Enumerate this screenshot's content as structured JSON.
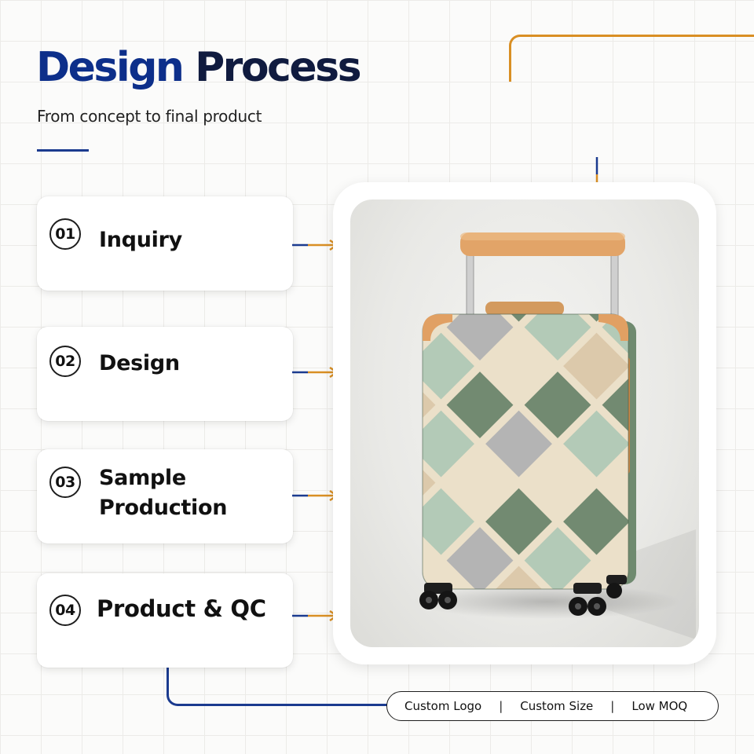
{
  "header": {
    "title_word1": "Design",
    "title_word2": "Process",
    "subtitle": "From concept to final product"
  },
  "steps": [
    {
      "number": "01",
      "label_line1": "Inquiry",
      "label_line2": ""
    },
    {
      "number": "02",
      "label_line1": "Design",
      "label_line2": ""
    },
    {
      "number": "03",
      "label_line1": "Sample",
      "label_line2": "Production"
    },
    {
      "number": "04",
      "label_line1": "Product & QC",
      "label_line2": ""
    }
  ],
  "tags": [
    "Custom Logo",
    "Custom Size",
    "Low MOQ"
  ],
  "tag_separator": "|",
  "colors": {
    "brand_blue": "#0d2f8a",
    "accent_orange": "#d98f24",
    "dark_text": "#111111"
  },
  "product_image": {
    "pattern_colors": [
      "#5f7a5e",
      "#a9c3ad",
      "#e9dcc2",
      "#aaaaaa",
      "#d8c2a0"
    ],
    "trim_color": "#e1a063"
  }
}
